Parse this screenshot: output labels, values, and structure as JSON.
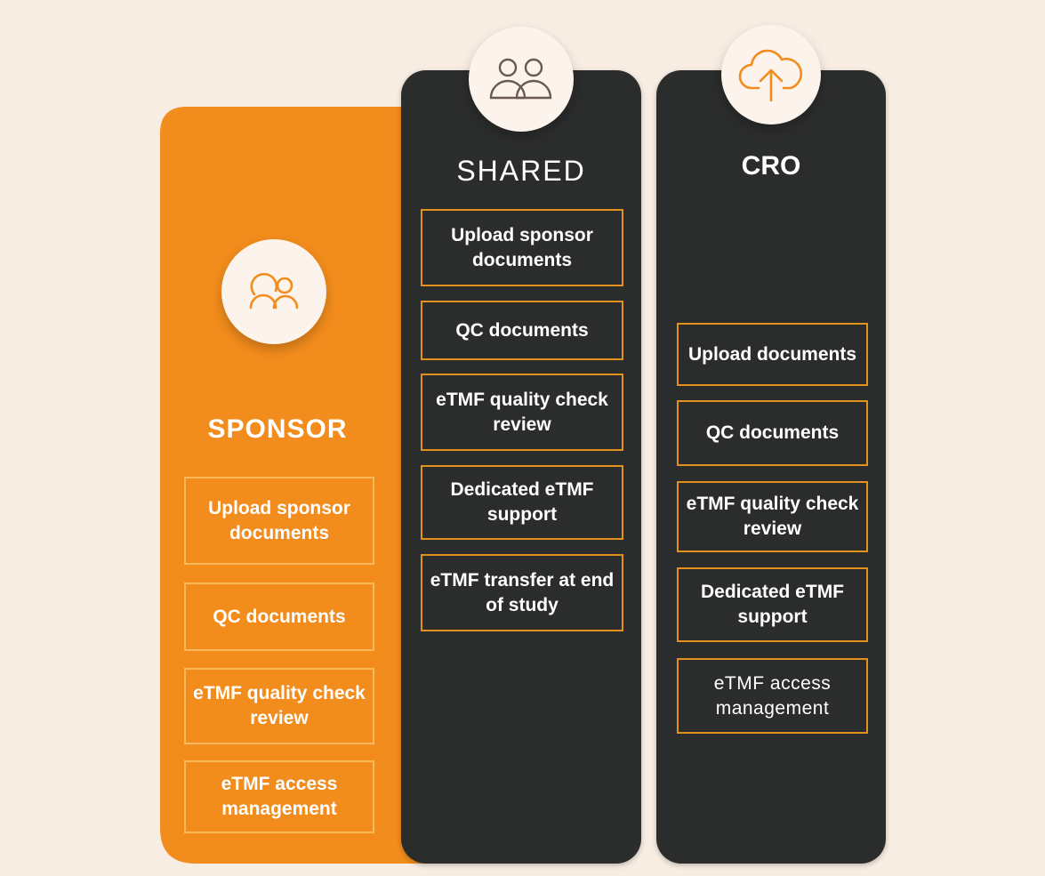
{
  "colors": {
    "background": "#f8ede2",
    "sponsor_orange": "#f28c1c",
    "dark_panel": "#2b2c2c",
    "box_border_dark": "#e2901e",
    "box_border_orange": "#f9b85a",
    "icon_circle": "#fcf4ec",
    "icon_orange": "#f28c1c",
    "icon_brown": "#6b5a50"
  },
  "columns": {
    "sponsor": {
      "title": "SPONSOR",
      "icon": "users-icon",
      "items": [
        "Upload sponsor documents",
        "QC documents",
        "eTMF quality check review",
        "eTMF access management"
      ]
    },
    "shared": {
      "title": "SHARED",
      "icon": "people-icon",
      "items": [
        "Upload sponsor documents",
        "QC documents",
        "eTMF quality check review",
        "Dedicated eTMF support",
        "eTMF transfer at end of study"
      ]
    },
    "cro": {
      "title": "CRO",
      "icon": "cloud-upload-icon",
      "items": [
        "Upload documents",
        "QC documents",
        "eTMF quality check review",
        "Dedicated eTMF support",
        "eTMF access management"
      ]
    }
  }
}
